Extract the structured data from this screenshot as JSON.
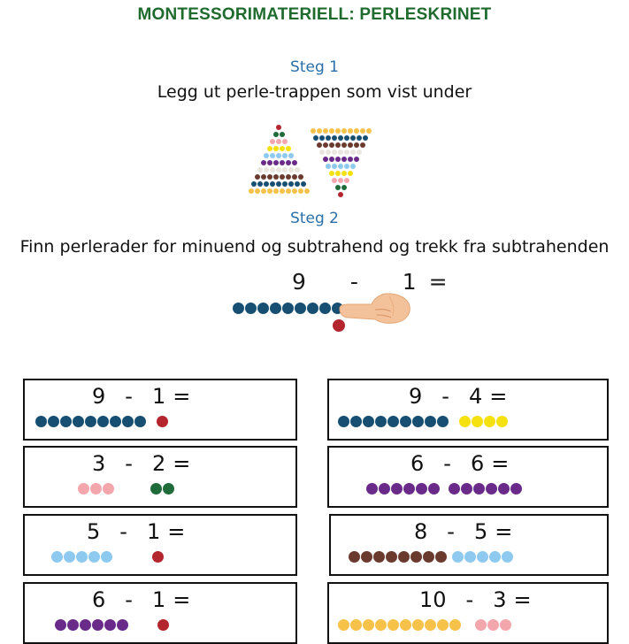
{
  "title": "MONTESSORIMATERIELL: PERLESKRINET",
  "step1": {
    "heading": "Steg 1",
    "text": "Legg ut perle-trappen som vist under"
  },
  "step2": {
    "heading": "Steg 2",
    "text": "Finn perlerader for minuend og subtrahend og trekk fra subtrahenden"
  },
  "colors": {
    "1": "#b3262e",
    "2": "#1f6b3a",
    "3": "#f4a6ad",
    "4": "#f5e10f",
    "5": "#8ec9ef",
    "6": "#6a2a8a",
    "7": "#e9e6df",
    "8": "#6b3a2e",
    "9": "#174f73",
    "10": "#f6c24a"
  },
  "example": {
    "minuend": "9",
    "minus": "-",
    "subtrahend": "1",
    "equals": "=",
    "beads_a": 9,
    "beads_b": 1
  },
  "exercises": [
    {
      "a": "9",
      "b": "1",
      "op": "-",
      "eq": "=",
      "beads_a": 9,
      "beads_b": 1
    },
    {
      "a": "9",
      "b": "4",
      "op": "-",
      "eq": "=",
      "beads_a": 9,
      "beads_b": 4
    },
    {
      "a": "3",
      "b": "2",
      "op": "-",
      "eq": "=",
      "beads_a": 3,
      "beads_b": 2
    },
    {
      "a": "6",
      "b": "6",
      "op": "-",
      "eq": "=",
      "beads_a": 6,
      "beads_b": 6
    },
    {
      "a": "5",
      "b": "1",
      "op": "-",
      "eq": "=",
      "beads_a": 5,
      "beads_b": 1
    },
    {
      "a": "8",
      "b": "5",
      "op": "-",
      "eq": "=",
      "beads_a": 8,
      "beads_b": 5
    },
    {
      "a": "6",
      "b": "1",
      "op": "-",
      "eq": "=",
      "beads_a": 6,
      "beads_b": 1
    },
    {
      "a": "10",
      "b": "3",
      "op": "-",
      "eq": "=",
      "beads_a": 10,
      "beads_b": 3
    }
  ]
}
